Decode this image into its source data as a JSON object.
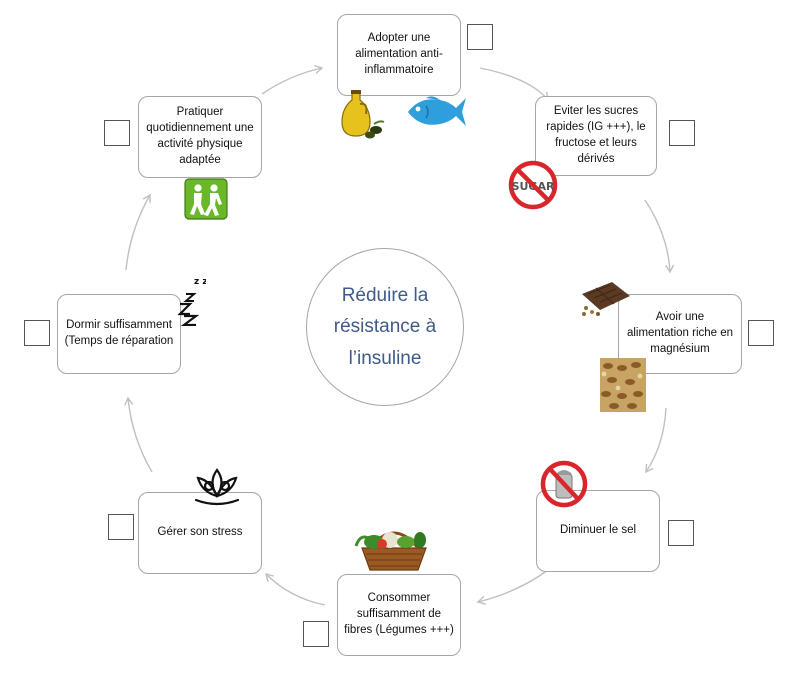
{
  "center": {
    "title": "Réduire la résistance à l’insuline"
  },
  "steps": [
    {
      "label": "Adopter une alimentation anti-inflammatoire",
      "icons": [
        "olive-oil-icon",
        "fish-icon"
      ]
    },
    {
      "label": "Eviter les sucres rapides (IG +++), le fructose et leurs dérivés",
      "icons": [
        "no-sugar-icon"
      ],
      "icon_text": "SUGAR"
    },
    {
      "label": "Avoir une alimentation riche en magnésium",
      "icons": [
        "chocolate-icon",
        "nuts-grains-icon"
      ]
    },
    {
      "label": "Diminuer le sel",
      "icons": [
        "no-salt-icon"
      ]
    },
    {
      "label": "Consommer suffisamment de fibres (Légumes +++)",
      "icons": [
        "vegetable-basket-icon"
      ]
    },
    {
      "label": "Gérer son stress",
      "icons": [
        "lotus-icon"
      ]
    },
    {
      "label": "Dormir suffisamment (Temps de réparation",
      "icons": [
        "sleep-zzz-icon"
      ],
      "icon_text": "z z z Z"
    },
    {
      "label": "Pratiquer quotidiennement une activité physique adaptée",
      "icons": [
        "physical-activity-icon"
      ]
    }
  ],
  "colors": {
    "box_border": "#a6a6a6",
    "title_text": "#3e5b8a",
    "arrow": "#c0c0c0",
    "fish": "#2e9fdc",
    "no_sign": "#d9262c"
  }
}
